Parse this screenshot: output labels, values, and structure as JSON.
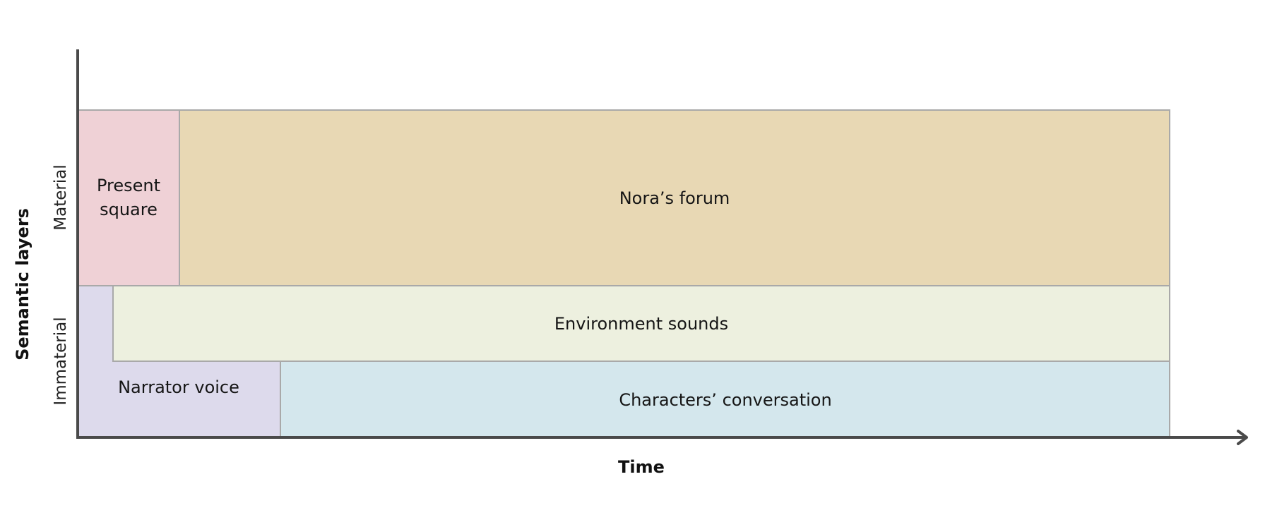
{
  "axes": {
    "x_title": "Time",
    "y_title": "Semantic layers"
  },
  "layers": {
    "material": "Material",
    "immaterial": "Immaterial"
  },
  "blocks": {
    "present_square": {
      "line1": "Present",
      "line2": "square",
      "color": "#efd1d6"
    },
    "noras_forum": {
      "label": "Nora’s forum",
      "color": "#e8d8b4"
    },
    "narrator_voice": {
      "label": "Narrator voice",
      "color": "#dddaec"
    },
    "environment_sounds": {
      "label": "Environment sounds",
      "color": "#edf0df"
    },
    "characters_conversation": {
      "label": "Characters’ conversation",
      "color": "#d4e7ed"
    }
  },
  "colors": {
    "axis": "#4a4a4a",
    "block_border": "#a9a9a9"
  }
}
